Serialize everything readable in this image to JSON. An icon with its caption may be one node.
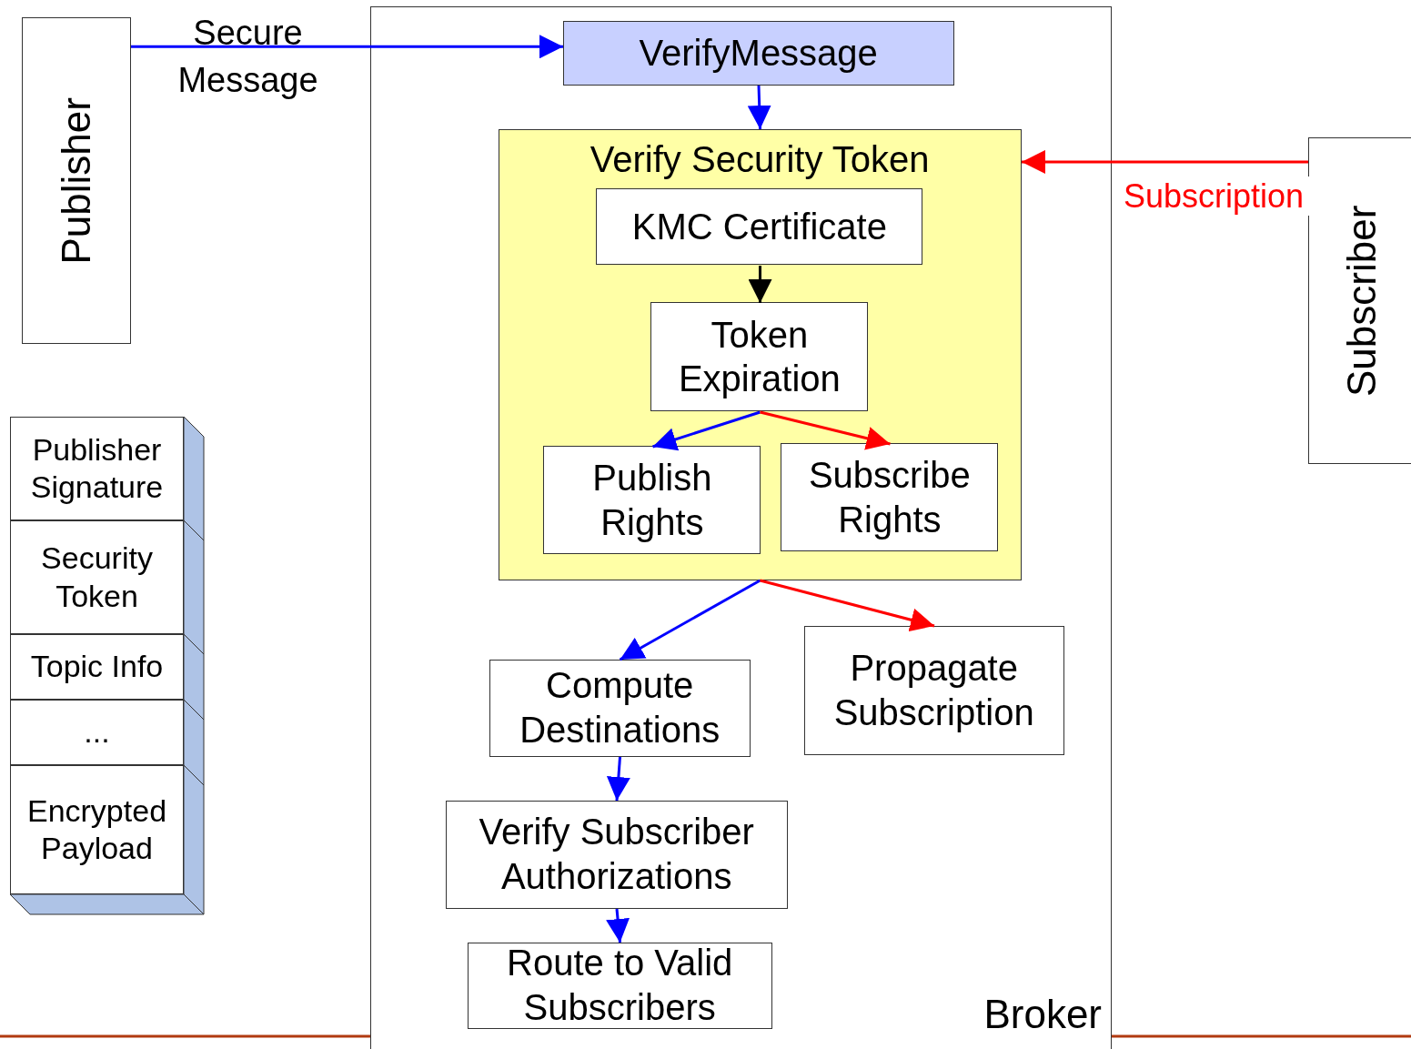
{
  "diagram": {
    "nodes": [
      {
        "text": [
          "Publisher"
        ]
      },
      {
        "text": [
          "Broker"
        ]
      },
      {
        "text": [
          "VerifyMessage"
        ],
        "in": 1
      },
      {
        "text": [
          "Verify Security Token"
        ],
        "in": 1
      },
      {
        "text": [
          "KMC Certificate"
        ],
        "in": 3
      },
      {
        "text": [
          "Token Expiration"
        ],
        "in": 3
      },
      {
        "text": [
          "Publish Rights"
        ],
        "in": 3
      },
      {
        "text": [
          "Subscribe Rights"
        ],
        "in": 3
      },
      {
        "text": [
          "Compute Destinations"
        ],
        "in": 1
      },
      {
        "text": [
          "Propagate Subscription"
        ],
        "in": 1
      },
      {
        "text": [
          "Verify Subscriber Authorizations"
        ],
        "in": 1
      },
      {
        "text": [
          "Route to Valid Subscribers"
        ],
        "in": 1
      },
      {
        "text": [
          "Subscriber"
        ]
      },
      {
        "text": [
          "Publisher Signature"
        ]
      },
      {
        "text": [
          "Security Token"
        ]
      },
      {
        "text": [
          "Topic Info"
        ]
      },
      {
        "text": [
          "..."
        ]
      },
      {
        "text": [
          "Encrypted Payload"
        ]
      }
    ],
    "edges": [
      {
        "from": 0,
        "to": 2,
        "arrow": "to",
        "label": "Secure Message"
      },
      {
        "from": 2,
        "to": 3,
        "arrow": "to"
      },
      {
        "from": 4,
        "to": 5,
        "arrow": "to",
        "color": "#000000"
      },
      {
        "from": 5,
        "to": 6,
        "arrow": "to"
      },
      {
        "from": 5,
        "to": 7,
        "arrow": "to",
        "color": "#ff0000"
      },
      {
        "from": 3,
        "to": 8,
        "arrow": "to"
      },
      {
        "from": 3,
        "to": 9,
        "arrow": "to",
        "color": "#ff0000"
      },
      {
        "from": 8,
        "to": 10,
        "arrow": "to"
      },
      {
        "from": 10,
        "to": 11,
        "arrow": "to"
      },
      {
        "from": 12,
        "to": 3,
        "arrow": "to",
        "label": "Subscription",
        "color": "#ff0000"
      }
    ]
  }
}
